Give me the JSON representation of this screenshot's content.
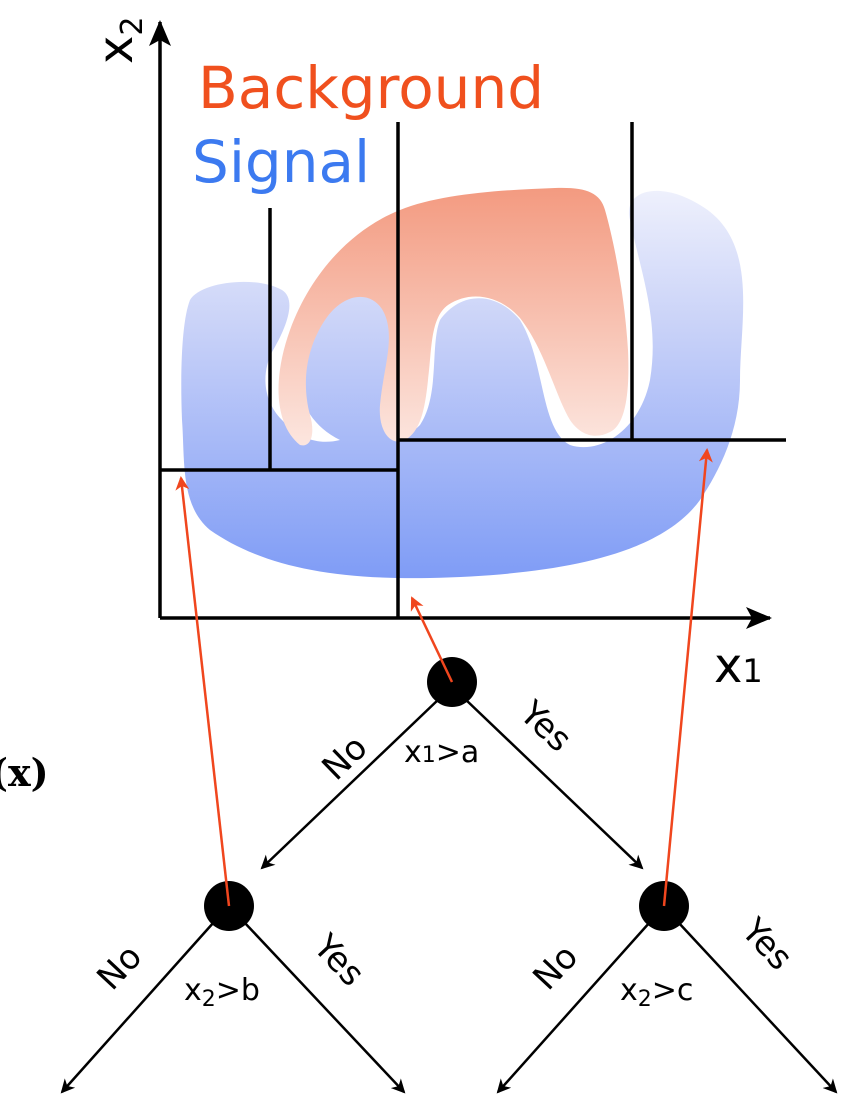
{
  "legend": {
    "background": {
      "label": "Background",
      "color": "#f0501e"
    },
    "signal": {
      "label": "Signal",
      "color": "#3c7af0"
    }
  },
  "axes": {
    "x_label_base": "x",
    "x_label_sub": "1",
    "y_label_base": "x",
    "y_label_sub": "2"
  },
  "left_fragment": "(x)",
  "tree": {
    "root": {
      "condition": "x1>a",
      "cond_base": "x",
      "cond_sub": "1",
      "cond_rest": ">a",
      "no_label": "No",
      "yes_label": "Yes"
    },
    "left": {
      "condition": "x2>b",
      "cond_base": "x",
      "cond_sub": "2",
      "cond_rest": ">b",
      "no_label": "No",
      "yes_label": "Yes"
    },
    "right": {
      "condition": "x2>c",
      "cond_base": "x",
      "cond_sub": "2",
      "cond_rest": ">c",
      "no_label": "No",
      "yes_label": "Yes"
    }
  },
  "colors": {
    "pointer": "#f0461e",
    "node": "#000000",
    "signal_top": "#dfe4fb",
    "signal_bottom": "#7f9cf6",
    "background_top": "#f49a82",
    "background_bottom": "#fbe3dc"
  }
}
